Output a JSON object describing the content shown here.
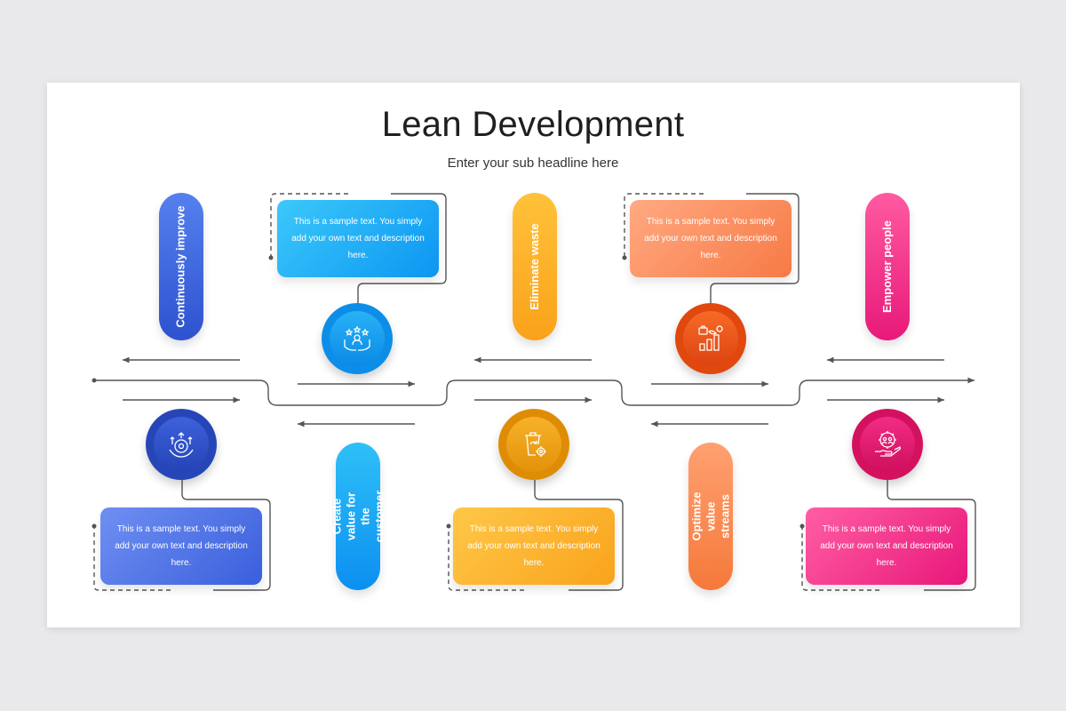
{
  "slide": {
    "title": "Lean Development",
    "subtitle": "Enter your sub headline here"
  },
  "pills": [
    {
      "label": "Continuously improve"
    },
    {
      "label": "Create value for the customer"
    },
    {
      "label": "Eliminate waste"
    },
    {
      "label": "Optimize value streams"
    },
    {
      "label": "Empower people"
    }
  ],
  "boxes": [
    {
      "text": "This is a sample text. You simply add your own text and description here."
    },
    {
      "text": "This is a sample text. You simply add your own text and description here."
    },
    {
      "text": "This is a sample text. You simply add your own text and description here."
    },
    {
      "text": "This is a sample text. You simply add your own text and description here."
    },
    {
      "text": "This is a sample text. You simply add your own text and description here."
    }
  ],
  "icons": [
    {
      "name": "gears-arrows-icon"
    },
    {
      "name": "hands-stars-person-icon"
    },
    {
      "name": "recycle-bin-gear-icon"
    },
    {
      "name": "plant-growth-bars-icon"
    },
    {
      "name": "hand-people-gear-icon"
    }
  ],
  "colors": {
    "blue_dark": "#2e52d0",
    "blue_light": "#1aa0f0",
    "orange_yellow": "#f9a820",
    "orange_red": "#f26522",
    "pink": "#ec1c77"
  }
}
